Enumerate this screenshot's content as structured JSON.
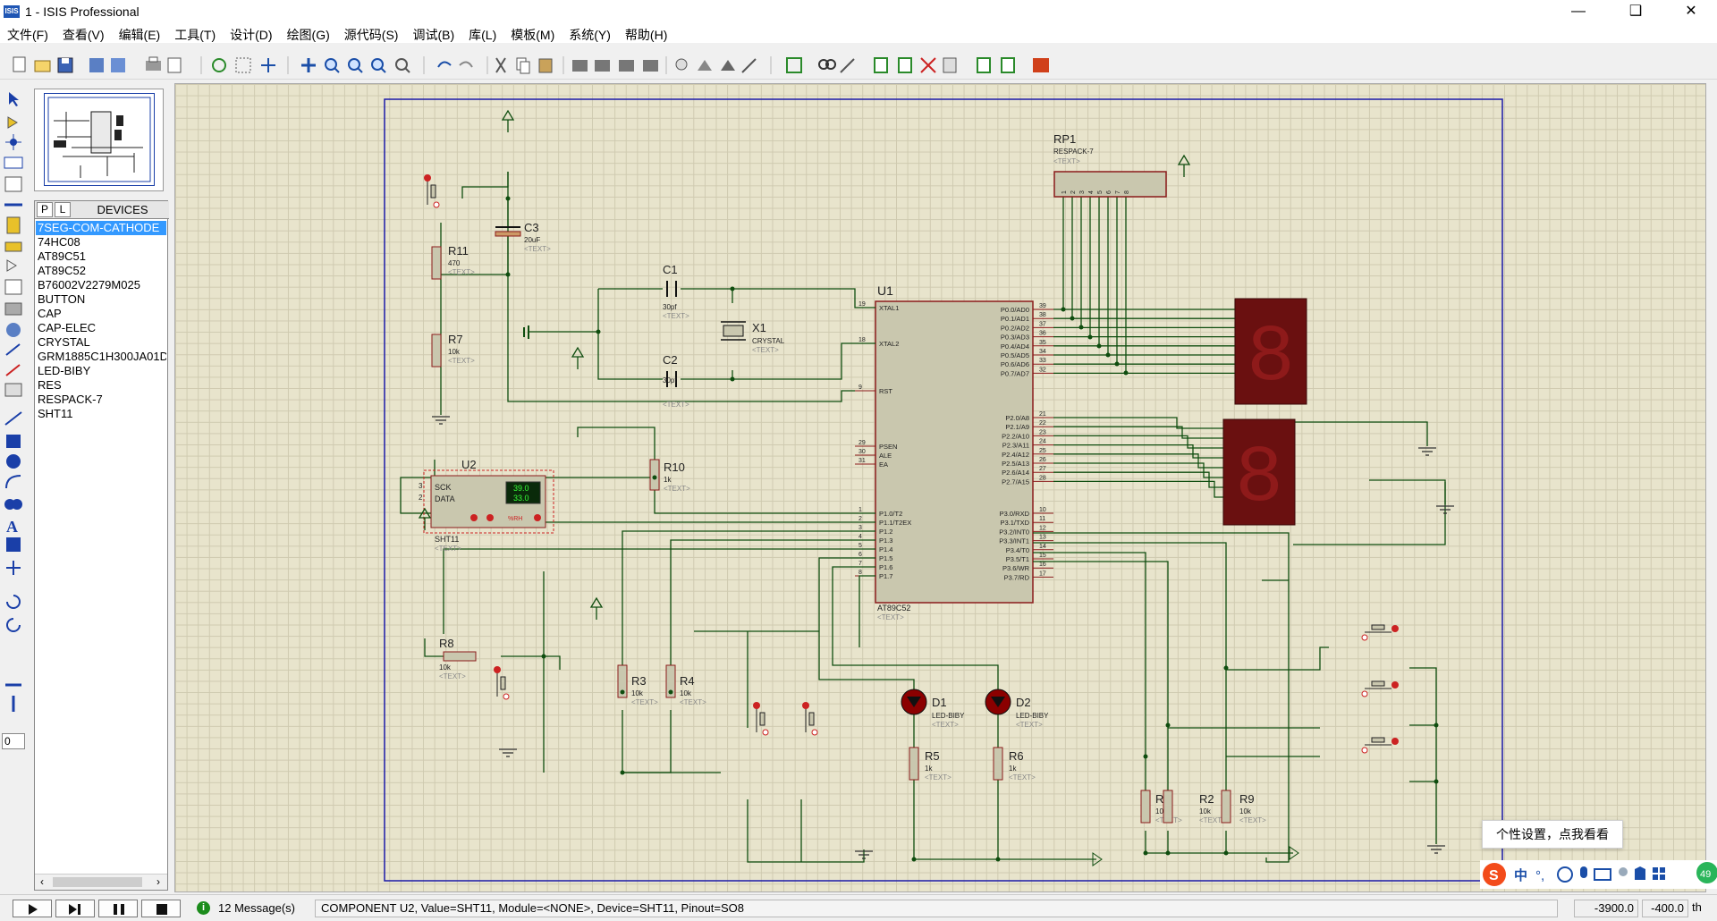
{
  "window": {
    "title": "1 - ISIS Professional",
    "app_icon_text": "ISIS"
  },
  "menu": [
    "文件(F)",
    "查看(V)",
    "编辑(E)",
    "工具(T)",
    "设计(D)",
    "绘图(G)",
    "源代码(S)",
    "调试(B)",
    "库(L)",
    "模板(M)",
    "系统(Y)",
    "帮助(H)"
  ],
  "device_panel": {
    "tab_p": "P",
    "tab_l": "L",
    "title": "DEVICES",
    "items": [
      "7SEG-COM-CATHODE",
      "74HC08",
      "AT89C51",
      "AT89C52",
      "B76002V2279M025",
      "BUTTON",
      "CAP",
      "CAP-ELEC",
      "CRYSTAL",
      "GRM1885C1H300JA01D",
      "LED-BIBY",
      "RES",
      "RESPACK-7",
      "SHT11"
    ],
    "selected_index": 0
  },
  "rotation_value": "0",
  "schematic": {
    "text_placeholder": "<TEXT>",
    "u1": {
      "ref": "U1",
      "part": "AT89C52",
      "left_pins": [
        {
          "num": "19",
          "name": "XTAL1"
        },
        {
          "num": "18",
          "name": "XTAL2"
        },
        {
          "num": "9",
          "name": "RST"
        },
        {
          "num": "29",
          "name": "PSEN"
        },
        {
          "num": "30",
          "name": "ALE"
        },
        {
          "num": "31",
          "name": "EA"
        },
        {
          "num": "1",
          "name": "P1.0/T2"
        },
        {
          "num": "2",
          "name": "P1.1/T2EX"
        },
        {
          "num": "3",
          "name": "P1.2"
        },
        {
          "num": "4",
          "name": "P1.3"
        },
        {
          "num": "5",
          "name": "P1.4"
        },
        {
          "num": "6",
          "name": "P1.5"
        },
        {
          "num": "7",
          "name": "P1.6"
        },
        {
          "num": "8",
          "name": "P1.7"
        }
      ],
      "right_pins": [
        {
          "num": "39",
          "name": "P0.0/AD0"
        },
        {
          "num": "38",
          "name": "P0.1/AD1"
        },
        {
          "num": "37",
          "name": "P0.2/AD2"
        },
        {
          "num": "36",
          "name": "P0.3/AD3"
        },
        {
          "num": "35",
          "name": "P0.4/AD4"
        },
        {
          "num": "34",
          "name": "P0.5/AD5"
        },
        {
          "num": "33",
          "name": "P0.6/AD6"
        },
        {
          "num": "32",
          "name": "P0.7/AD7"
        },
        {
          "num": "21",
          "name": "P2.0/A8"
        },
        {
          "num": "22",
          "name": "P2.1/A9"
        },
        {
          "num": "23",
          "name": "P2.2/A10"
        },
        {
          "num": "24",
          "name": "P2.3/A11"
        },
        {
          "num": "25",
          "name": "P2.4/A12"
        },
        {
          "num": "26",
          "name": "P2.5/A13"
        },
        {
          "num": "27",
          "name": "P2.6/A14"
        },
        {
          "num": "28",
          "name": "P2.7/A15"
        },
        {
          "num": "10",
          "name": "P3.0/RXD"
        },
        {
          "num": "11",
          "name": "P3.1/TXD"
        },
        {
          "num": "12",
          "name": "P3.2/INT0"
        },
        {
          "num": "13",
          "name": "P3.3/INT1"
        },
        {
          "num": "14",
          "name": "P3.4/T0"
        },
        {
          "num": "15",
          "name": "P3.5/T1"
        },
        {
          "num": "16",
          "name": "P3.6/WR"
        },
        {
          "num": "17",
          "name": "P3.7/RD"
        }
      ]
    },
    "components": [
      {
        "ref": "R11",
        "value": "470"
      },
      {
        "ref": "R7",
        "value": "10k"
      },
      {
        "ref": "C3",
        "value": "20uF"
      },
      {
        "ref": "C1",
        "value": "30pf"
      },
      {
        "ref": "C2",
        "value": "30pf"
      },
      {
        "ref": "X1",
        "value": "CRYSTAL"
      },
      {
        "ref": "R10",
        "value": "1k"
      },
      {
        "ref": "R8",
        "value": "10k"
      },
      {
        "ref": "R3",
        "value": "10k"
      },
      {
        "ref": "R4",
        "value": "10k"
      },
      {
        "ref": "D1",
        "value": "LED-BIBY"
      },
      {
        "ref": "D2",
        "value": "LED-BIBY"
      },
      {
        "ref": "R5",
        "value": "1k"
      },
      {
        "ref": "R6",
        "value": "1k"
      },
      {
        "ref": "R1",
        "value": "10k"
      },
      {
        "ref": "R2",
        "value": "10k"
      },
      {
        "ref": "R9",
        "value": "10k"
      },
      {
        "ref": "RP1",
        "value": "RESPACK-7"
      }
    ],
    "u2": {
      "ref": "U2",
      "part": "SHT11",
      "pin_sck": "SCK",
      "pin_data": "DATA",
      "pin3": "3",
      "pin2": "2",
      "reading1": "39.0",
      "reading2": "33.0",
      "unit": "%RH"
    },
    "rp1_pins": [
      "1",
      "2",
      "3",
      "4",
      "5",
      "6",
      "7",
      "8"
    ]
  },
  "status": {
    "messages": "12 Message(s)",
    "text": "COMPONENT U2, Value=SHT11, Module=<NONE>, Device=SHT11, Pinout=SO8",
    "x": "-3900.0",
    "y": "-400.0",
    "unit": "th"
  },
  "ime": {
    "tooltip": "个性设置，点我看看",
    "lang": "中",
    "badge": "49"
  }
}
